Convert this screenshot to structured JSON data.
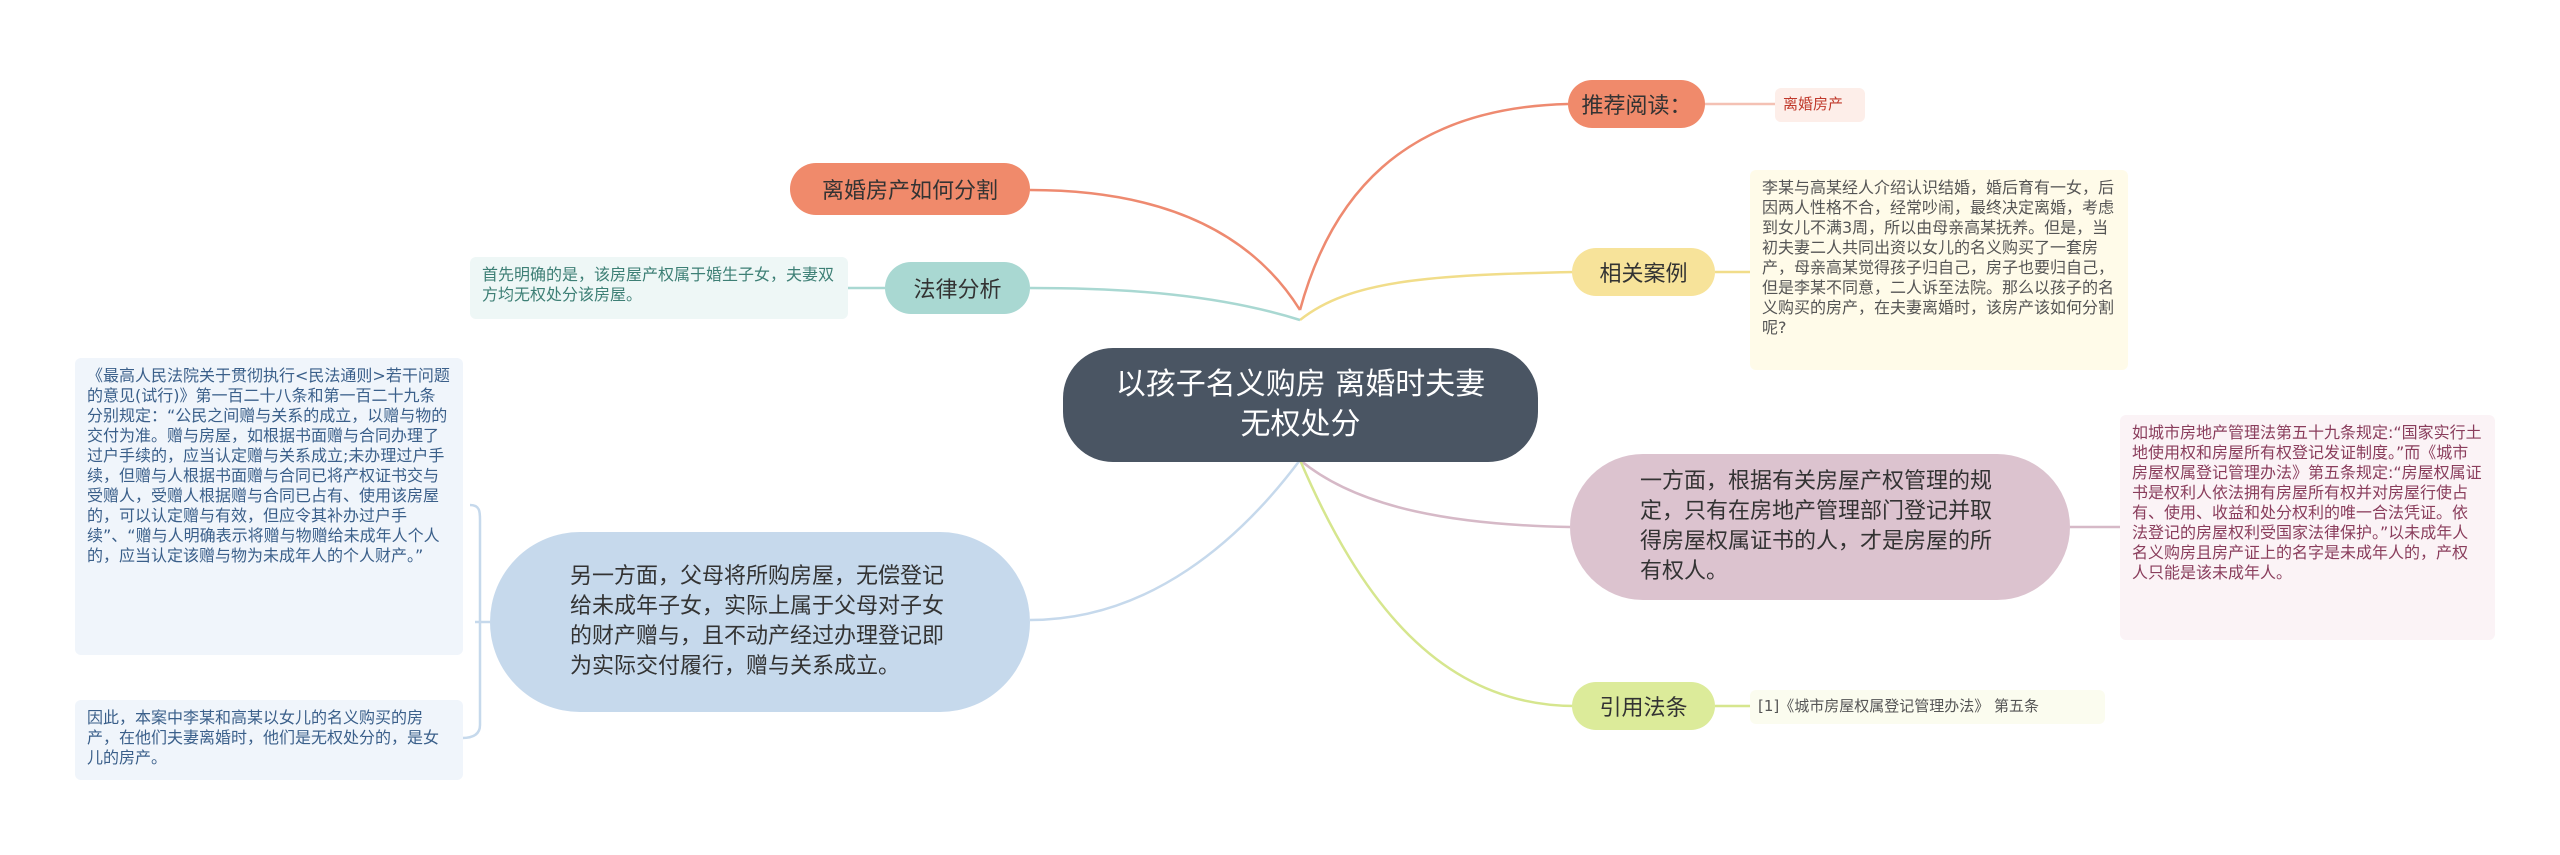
{
  "center": {
    "title": "以孩子名义购房 离婚时夫妻无权处分"
  },
  "left": {
    "division": {
      "label": "离婚房产如何分割"
    },
    "legal_analysis": {
      "label": "法律分析",
      "note": "首先明确的是，该房屋产权属于婚生子女，夫妻双方均无权处分该房屋。"
    },
    "gift": {
      "label": "另一方面，父母将所购房屋，无偿登记给未成年子女，实际上属于父母对子女的财产赠与，且不动产经过办理登记即为实际交付履行，赠与关系成立。",
      "notes": [
        "《最高人民法院关于贯彻执行<民法通则>若干问题的意见(试行)》第一百二十八条和第一百二十九条分别规定：“公民之间赠与关系的成立，以赠与物的交付为准。赠与房屋，如根据书面赠与合同办理了过户手续的，应当认定赠与关系成立;未办理过户手续，但赠与人根据书面赠与合同已将产权证书交与受赠人，受赠人根据赠与合同已占有、使用该房屋的，可以认定赠与有效，但应令其补办过户手续”、“赠与人明确表示将赠与物赠给未成年人个人的，应当认定该赠与物为未成年人的个人财产。”",
        "因此，本案中李某和高某以女儿的名义购买的房产，在他们夫妻离婚时，他们是无权处分的，是女儿的房产。"
      ]
    }
  },
  "right": {
    "recommend": {
      "label": "推荐阅读：",
      "link": "离婚房产"
    },
    "case": {
      "label": "相关案例",
      "note": "李某与高某经人介绍认识结婚，婚后育有一女，后因两人性格不合，经常吵闹，最终决定离婚，考虑到女儿不满3周，所以由母亲高某抚养。但是，当初夫妻二人共同出资以女儿的名义购买了一套房产，母亲高某觉得孩子归自己，房子也要归自己，但是李某不同意，二人诉至法院。那么以孩子的名义购买的房产，在夫妻离婚时，该房产该如何分割呢?"
    },
    "ownership": {
      "label": "一方面，根据有关房屋产权管理的规定，只有在房地产管理部门登记并取得房屋权属证书的人，才是房屋的所有权人。",
      "note": "如城市房地产管理法第五十九条规定:“国家实行土地使用权和房屋所有权登记发证制度。”而《城市房屋权属登记管理办法》第五条规定:“房屋权属证书是权利人依法拥有房屋所有权并对房屋行使占有、使用、收益和处分权利的唯一合法凭证。依法登记的房屋权利受国家法律保护。”以未成年人名义购房且房产证上的名字是未成年人的，产权人只能是该未成年人。"
    },
    "law": {
      "label": "引用法条",
      "ref": "[1]《城市房屋权属登记管理办法》 第五条"
    }
  },
  "colors": {
    "center": "#4a5563",
    "orange": "#f08a6b",
    "teal": "#a9d8d2",
    "blue": "#c6d9ec",
    "yellow": "#f7e39a",
    "mauve": "#dcc3cf",
    "green": "#dceb9a"
  }
}
